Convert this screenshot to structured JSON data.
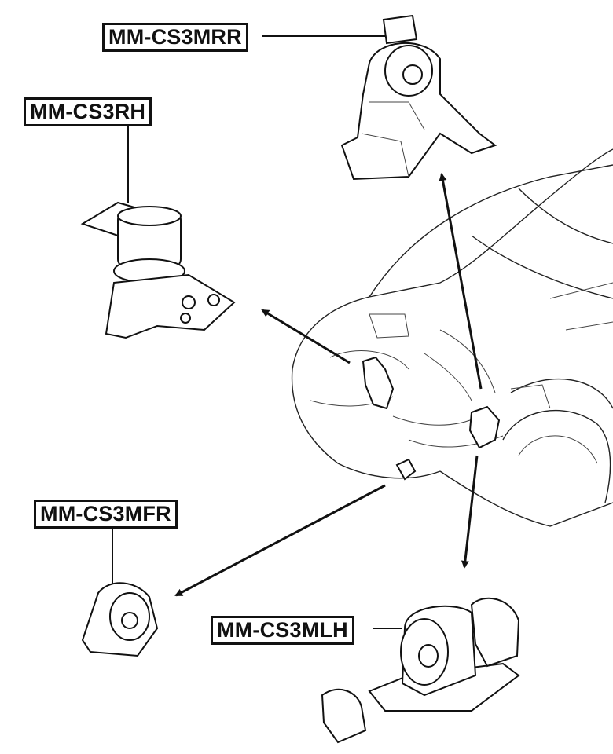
{
  "labels": {
    "mrr": "MM-CS3MRR",
    "rh": "MM-CS3RH",
    "mfr": "MM-CS3MFR",
    "mlh": "MM-CS3MLH"
  },
  "colors": {
    "line": "#111111",
    "background": "#ffffff"
  }
}
